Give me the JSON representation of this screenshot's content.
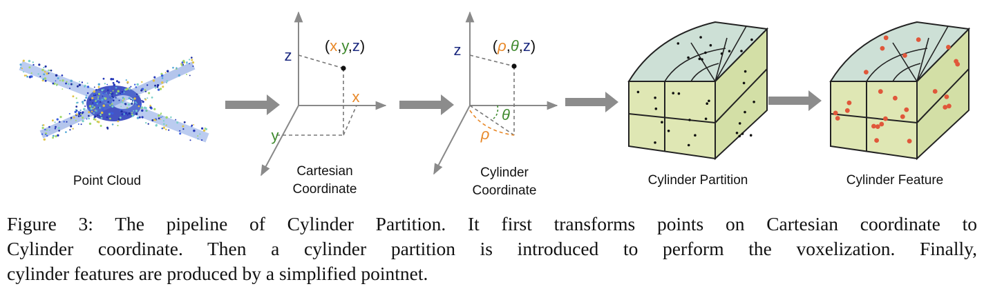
{
  "figure": {
    "panels": {
      "point_cloud": "Point Cloud",
      "cartesian_line1": "Cartesian",
      "cartesian_line2": "Coordinate",
      "cylinder_coord_line1": "Cylinder",
      "cylinder_coord_line2": "Coordinate",
      "partition": "Cylinder Partition",
      "feature": "Cylinder Feature"
    },
    "cartesian": {
      "point_label": "(x,y,z)",
      "axis_x": "x",
      "axis_y": "y",
      "axis_z": "z"
    },
    "cylindrical": {
      "point_label": "(ρ,θ,z)",
      "axis_z": "z",
      "theta": "θ",
      "rho": "ρ"
    },
    "colors": {
      "x_orange": "#e8892a",
      "y_green": "#3f8a2e",
      "z_navy": "#1c2a80",
      "arrow_gray": "#8c8c8c",
      "top_face": "#cde0d6",
      "side_face": "#dfe7b4",
      "feature_dot": "#e0573a"
    }
  },
  "caption": {
    "line1": "Figure 3: The pipeline of Cylinder Partition. It first transforms points on Cartesian coordinate to",
    "line2": "Cylinder coordinate. Then a cylinder partition is introduced to perform the voxelization. Finally,",
    "line3": "cylinder features are produced by a simplified pointnet."
  }
}
